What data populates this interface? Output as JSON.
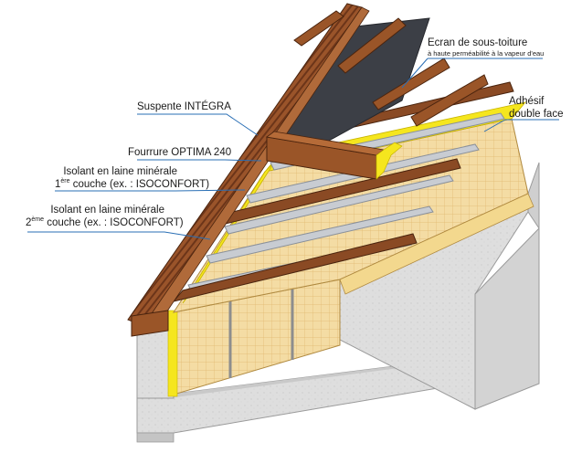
{
  "labels": {
    "ecran_title": "Ecran de sous-toiture",
    "ecran_sub": "à haute perméabilité à la vapeur d'eau",
    "adhesif_line1": "Adhésif",
    "adhesif_line2": "double face",
    "suspente": "Suspente INTÉGRA",
    "fourrure": "Fourrure OPTIMA 240",
    "isolant1_line1": "Isolant en laine minérale",
    "isolant1_ord_num": "1",
    "isolant1_ord_sup": "ère",
    "isolant1_rest": " couche (ex. : ISOCONFORT)",
    "isolant2_line1": "Isolant en laine minérale",
    "isolant2_ord_num": "2",
    "isolant2_ord_sup": "ème",
    "isolant2_rest": " couche (ex. : ISOCONFORT)"
  },
  "colors": {
    "wood": "#8a4a24",
    "wood_dark": "#5e2f14",
    "membrane": "#3c3f46",
    "insulation": "#f4dca4",
    "insulation_grid": "#e0b86e",
    "yellow_band": "#f5e61e",
    "rail": "#c8ccd2",
    "concrete": "#dcdcdc",
    "concrete_dark": "#b9b9b9",
    "leader": "#2a6fb5"
  }
}
